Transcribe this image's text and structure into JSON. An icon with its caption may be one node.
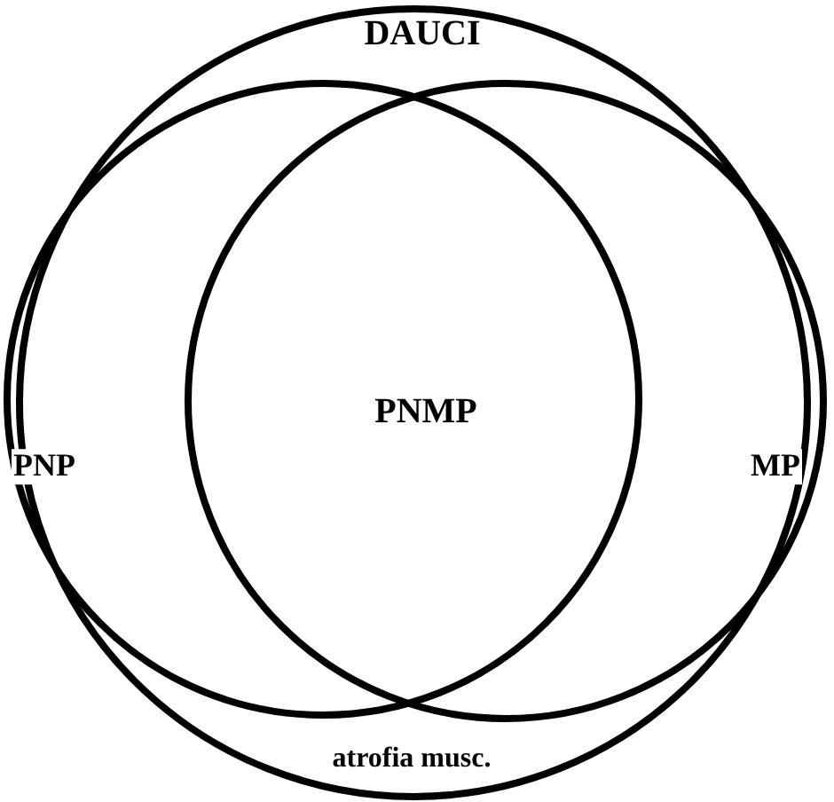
{
  "diagram": {
    "nodes": [
      {
        "text": [
          "DAUCI",
          "atrofia musc."
        ]
      },
      {
        "text": [
          "PNP"
        ],
        "in": 0
      },
      {
        "text": [
          "MP"
        ],
        "in": 0
      }
    ],
    "labels": [
      "PNMP"
    ]
  }
}
